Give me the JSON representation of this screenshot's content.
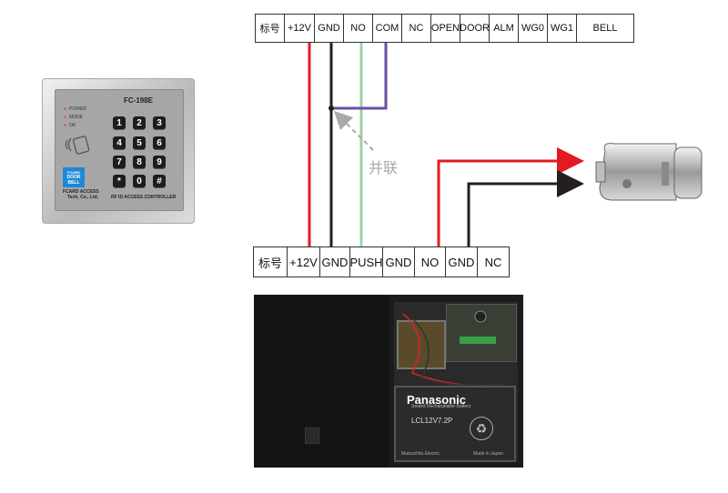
{
  "colors": {
    "wire_red": "#e21b23",
    "wire_black": "#231f20",
    "wire_green": "#9fd3a4",
    "wire_purple": "#6a4fa3",
    "arrow_dashed": "#a9a9a9"
  },
  "top_strip": [
    "标号",
    "+12V",
    "GND",
    "NO",
    "COM",
    "NC",
    "OPEN",
    "DOOR",
    "ALM",
    "WG0",
    "WG1",
    "BELL"
  ],
  "bottom_strip": [
    "标号",
    "+12V",
    "GND",
    "PUSH",
    "GND",
    "NO",
    "GND",
    "NC"
  ],
  "parallel_label": "并联",
  "keypad": {
    "model": "FC-198E",
    "leds": [
      "POWER",
      "MODE",
      "OK"
    ],
    "keys": [
      "1",
      "2",
      "3",
      "4",
      "5",
      "6",
      "7",
      "8",
      "9",
      "*",
      "0",
      "#"
    ],
    "logo_top": "FCARD",
    "logo_line1": "DOOR",
    "logo_line2": "BELL",
    "company_line1": "FCARD ACCESS",
    "company_line2": "Tech. Co., Ltd.",
    "caption": "RF ID ACCESS CONTROLLER"
  },
  "icons": {
    "rfid": "rfid-card-icon",
    "lock": "electric-lock-icon"
  },
  "battery": {
    "brand": "Panasonic",
    "subtitle": "Sealed Rechargeable Battery",
    "model": "LCL12V7.2P",
    "maker": "Matsushita Electric",
    "origin": "Made in Japan"
  }
}
